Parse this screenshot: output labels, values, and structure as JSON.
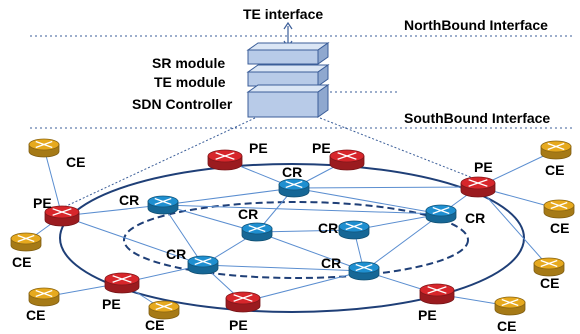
{
  "labels": {
    "te_interface": "TE interface",
    "northbound": "NorthBound Interface",
    "southbound": "SouthBound Interface",
    "sr_module": "SR module",
    "te_module": "TE module",
    "sdn_controller": "SDN Controller",
    "pe": "PE",
    "cr": "CR",
    "ce": "CE"
  },
  "colors": {
    "pe_router": "#d7262b",
    "cr_router": "#1f8fd0",
    "ce_router": "#e6a91e",
    "module_fill": "#b8cbe8",
    "link": "#5b8ed0",
    "ring": "#1f3f77",
    "dashed_line": "#3b5e99"
  },
  "icons": {
    "pe": "router-icon",
    "cr": "router-icon",
    "ce": "router-icon"
  }
}
